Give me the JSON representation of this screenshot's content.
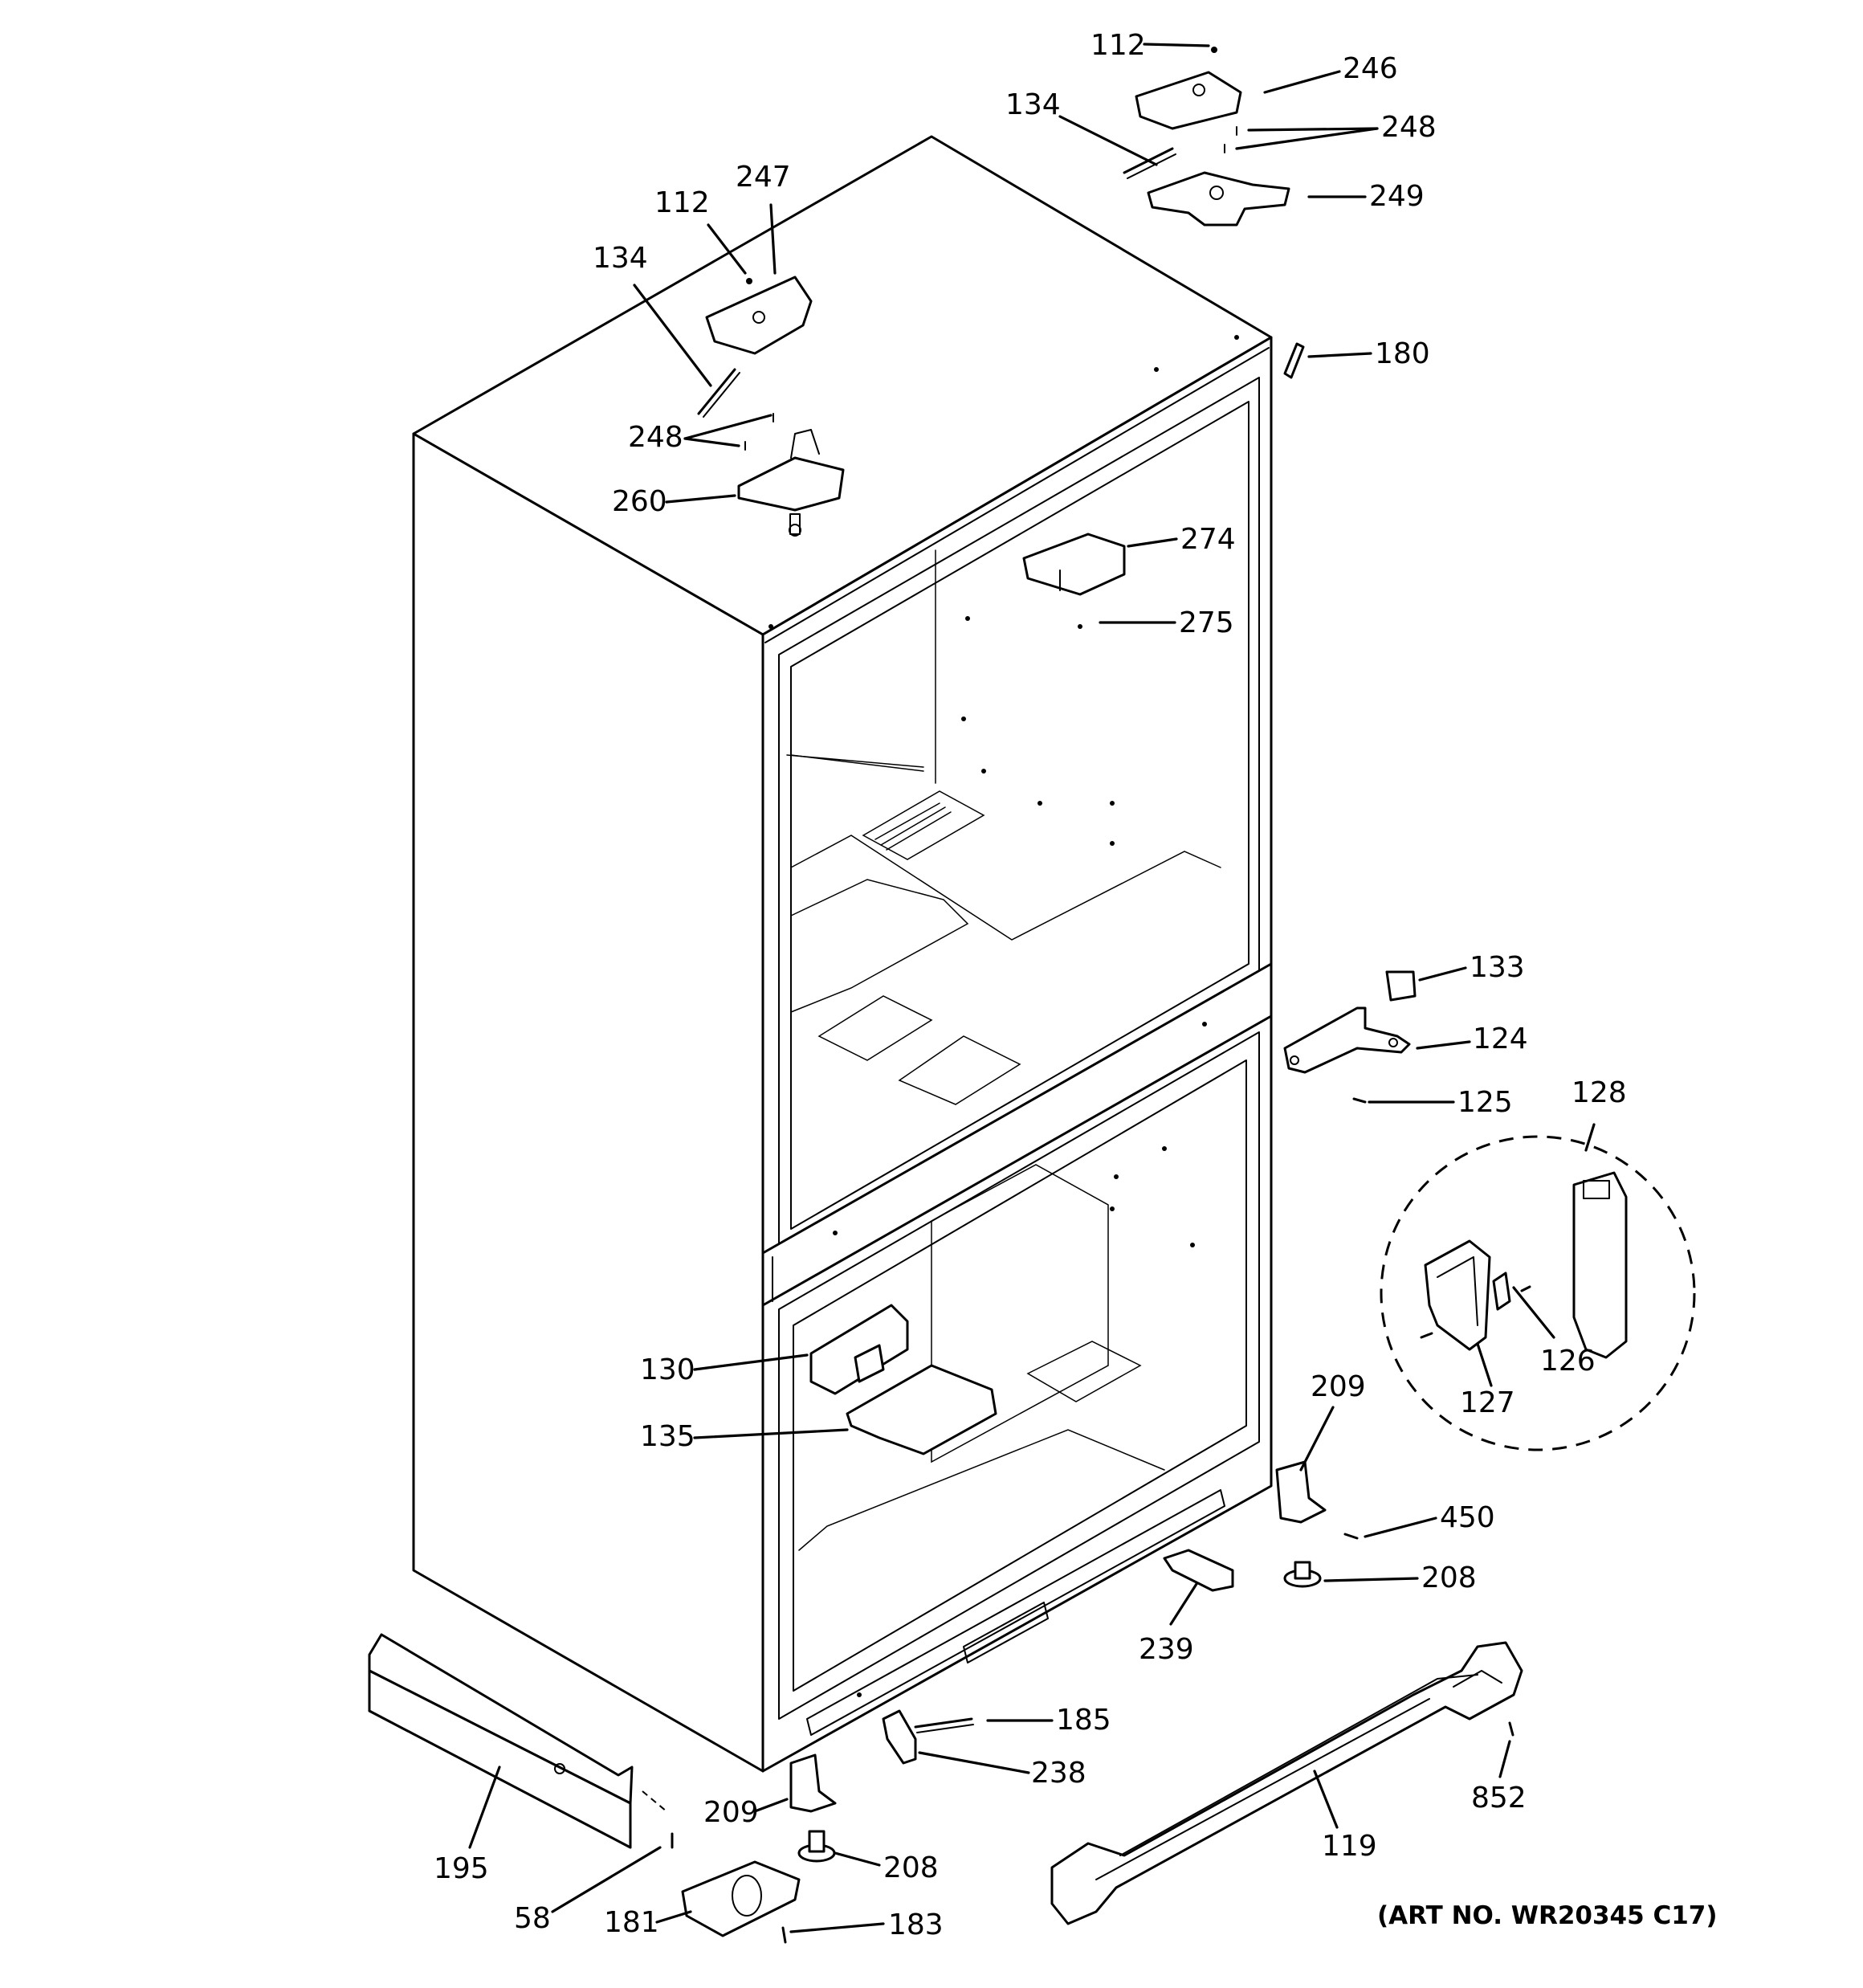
{
  "art_number": "(ART NO. WR20345 C17)",
  "callouts": [
    {
      "id": "c112a",
      "text": "112"
    },
    {
      "id": "c246",
      "text": "246"
    },
    {
      "id": "c134a",
      "text": "134"
    },
    {
      "id": "c248a",
      "text": "248"
    },
    {
      "id": "c249",
      "text": "249"
    },
    {
      "id": "c112b",
      "text": "112"
    },
    {
      "id": "c247",
      "text": "247"
    },
    {
      "id": "c134b",
      "text": "134"
    },
    {
      "id": "c180",
      "text": "180"
    },
    {
      "id": "c248b",
      "text": "248"
    },
    {
      "id": "c260",
      "text": "260"
    },
    {
      "id": "c274",
      "text": "274"
    },
    {
      "id": "c275",
      "text": "275"
    },
    {
      "id": "c133",
      "text": "133"
    },
    {
      "id": "c124",
      "text": "124"
    },
    {
      "id": "c125",
      "text": "125"
    },
    {
      "id": "c128",
      "text": "128"
    },
    {
      "id": "c126",
      "text": "126"
    },
    {
      "id": "c127",
      "text": "127"
    },
    {
      "id": "c130",
      "text": "130"
    },
    {
      "id": "c135",
      "text": "135"
    },
    {
      "id": "c209a",
      "text": "209"
    },
    {
      "id": "c450",
      "text": "450"
    },
    {
      "id": "c208a",
      "text": "208"
    },
    {
      "id": "c239",
      "text": "239"
    },
    {
      "id": "c185",
      "text": "185"
    },
    {
      "id": "c238",
      "text": "238"
    },
    {
      "id": "c852",
      "text": "852"
    },
    {
      "id": "c209b",
      "text": "209"
    },
    {
      "id": "c195",
      "text": "195"
    },
    {
      "id": "c119",
      "text": "119"
    },
    {
      "id": "c208b",
      "text": "208"
    },
    {
      "id": "c58",
      "text": "58"
    },
    {
      "id": "c181",
      "text": "181"
    },
    {
      "id": "c183",
      "text": "183"
    }
  ]
}
